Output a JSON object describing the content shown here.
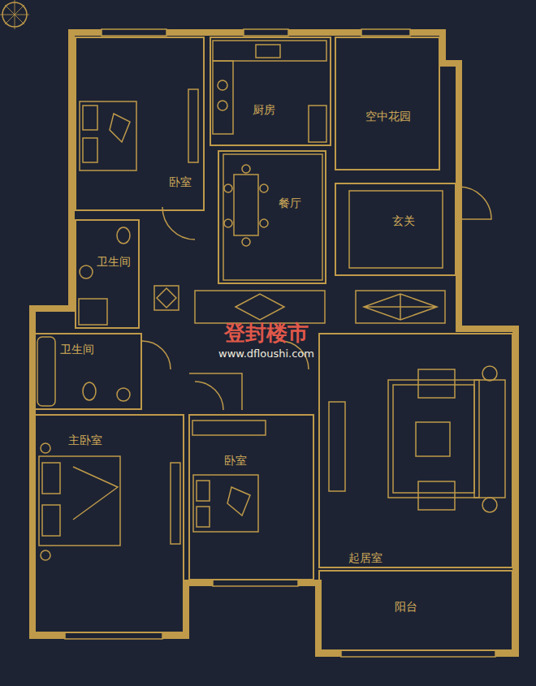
{
  "diagram": {
    "nodes": [
      {
        "text": [
          "卧室"
        ]
      },
      {
        "text": [
          "厨房"
        ]
      },
      {
        "text": [
          "空中花园"
        ]
      },
      {
        "text": [
          "餐厅"
        ]
      },
      {
        "text": [
          "玄关"
        ]
      },
      {
        "text": [
          "卫生间"
        ]
      },
      {
        "text": [
          "卫生间"
        ]
      },
      {
        "text": [
          "主卧室"
        ]
      },
      {
        "text": [
          "卧室"
        ]
      },
      {
        "text": [
          "起居室"
        ]
      },
      {
        "text": [
          "阳台"
        ]
      }
    ],
    "labels": [
      "登封楼市",
      "www.dfloushi.com"
    ]
  }
}
